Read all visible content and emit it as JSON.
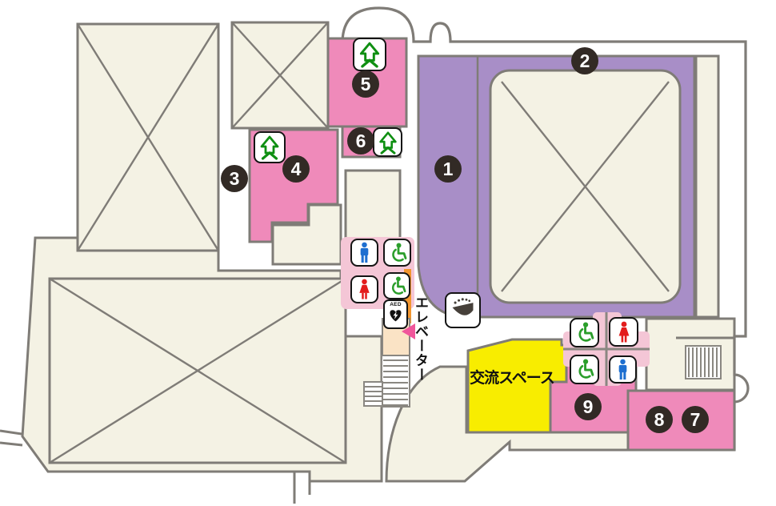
{
  "map": {
    "badges": [
      {
        "number": "1"
      },
      {
        "number": "2"
      },
      {
        "number": "3"
      },
      {
        "number": "4"
      },
      {
        "number": "5"
      },
      {
        "number": "6"
      },
      {
        "number": "7"
      },
      {
        "number": "8"
      },
      {
        "number": "9"
      }
    ],
    "labels": {
      "exchange_space": "交流スペース",
      "elevator": "エレベーター",
      "aed": "AED"
    },
    "icons": {
      "escalator_up": "escalator-up-icon",
      "mens_toilet": "mens-toilet-icon",
      "womens_toilet": "womens-toilet-icon",
      "accessible_toilet": "accessible-toilet-icon",
      "aed": "aed-icon",
      "drinking_fountain": "drinking-fountain-icon",
      "stairs": "stairs-icon",
      "elevator_arrow": "elevator-arrow-icon",
      "closed_area": "crossed-out-area"
    },
    "colors": {
      "floor_beige": "#f4f2e4",
      "wall_gray": "#7f7c77",
      "hall_purple": "#a88ec7",
      "room_pink": "#ef8aba",
      "toilet_light_pink": "#f4c6d6",
      "exchange_yellow": "#f8ed00",
      "badge_dark": "#322a25",
      "escalator_green": "#0f8f12",
      "accessible_green": "#2b9e2b",
      "mens_blue": "#1e6fd0",
      "womens_red": "#e31c1c",
      "aed_black": "#111111",
      "orange_accent": "#f2962f",
      "elevator_peach": "#fae3c5",
      "arrow_pink": "#f0569b"
    }
  }
}
